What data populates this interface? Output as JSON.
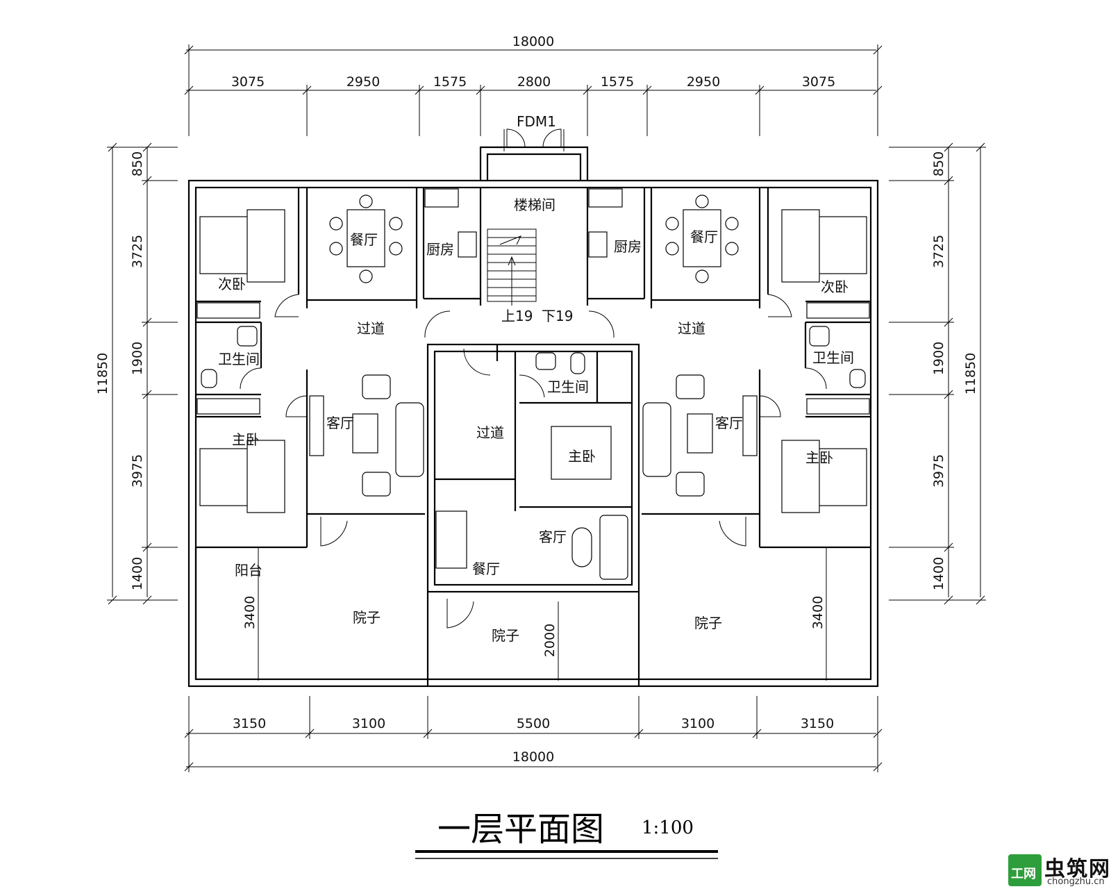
{
  "plan": {
    "title": "一层平面图",
    "scale": "1:100",
    "door_label": "FDM1",
    "stair_up": "上19",
    "stair_down": "下19",
    "dims_top_total": "18000",
    "dims_top": [
      "3075",
      "2950",
      "1575",
      "2800",
      "1575",
      "2950",
      "3075"
    ],
    "dims_bottom": [
      "3150",
      "3100",
      "5500",
      "3100",
      "3150"
    ],
    "dims_bottom_total": "18000",
    "dims_left": [
      "850",
      "3725",
      "1900",
      "3975",
      "1400"
    ],
    "dims_left_total": "11850",
    "dims_right": [
      "850",
      "3725",
      "1900",
      "3975",
      "1400"
    ],
    "dims_right_total": "11850",
    "dim_yard_left": "3400",
    "dim_yard_right": "3400",
    "dim_yard_center": "2000",
    "rooms": {
      "stair": "楼梯间",
      "dining_left": "餐厅",
      "kitchen_left": "厨房",
      "kitchen_right": "厨房",
      "dining_right": "餐厅",
      "secondary_left": "次卧",
      "secondary_right": "次卧",
      "corridor_left": "过道",
      "corridor_right": "过道",
      "corridor_center": "过道",
      "bath_left": "卫生间",
      "bath_right": "卫生间",
      "bath_center": "卫生间",
      "living_left": "客厅",
      "living_right": "客厅",
      "living_center": "客厅",
      "master_left": "主卧",
      "master_right": "主卧",
      "master_center": "主卧",
      "balcony": "阳台",
      "dining_center": "餐厅",
      "yard_left": "院子",
      "yard_center": "院子",
      "yard_right": "院子"
    }
  },
  "watermark": {
    "brand": "虫筑网",
    "domain": "chongzhu.cn",
    "mark_text": "工网"
  }
}
